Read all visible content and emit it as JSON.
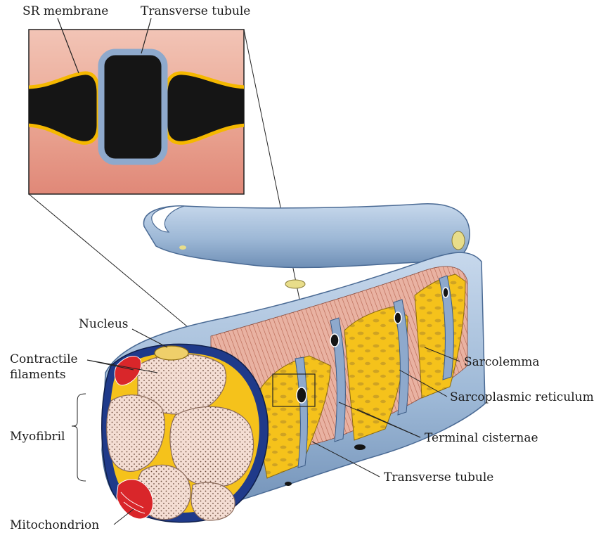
{
  "labels": {
    "sr_membrane": "SR membrane",
    "transverse_tubule_top": "Transverse tubule",
    "nucleus": "Nucleus",
    "contractile_filaments": "Contractile filaments",
    "myofibril": "Myofibril",
    "mitochondrion": "Mitochondrion",
    "sarcolemma": "Sarcolemma",
    "sarcoplasmic_reticulum": "Sarcoplasmic reticulum",
    "terminal_cisternae": "Terminal cisternae",
    "transverse_tubule_bottom": "Transverse tubule"
  },
  "colors": {
    "membrane_blue": "#9db8d6",
    "sr_yellow": "#f7c21a",
    "cytoplasm_pink": "#eaa897",
    "myofibril_fill": "#f4ddd3",
    "mitochondrion_red": "#d9262a",
    "nucleus_yellow": "#efcf6a",
    "dark_blue": "#1f3a8a",
    "lumen_black": "#141414"
  }
}
